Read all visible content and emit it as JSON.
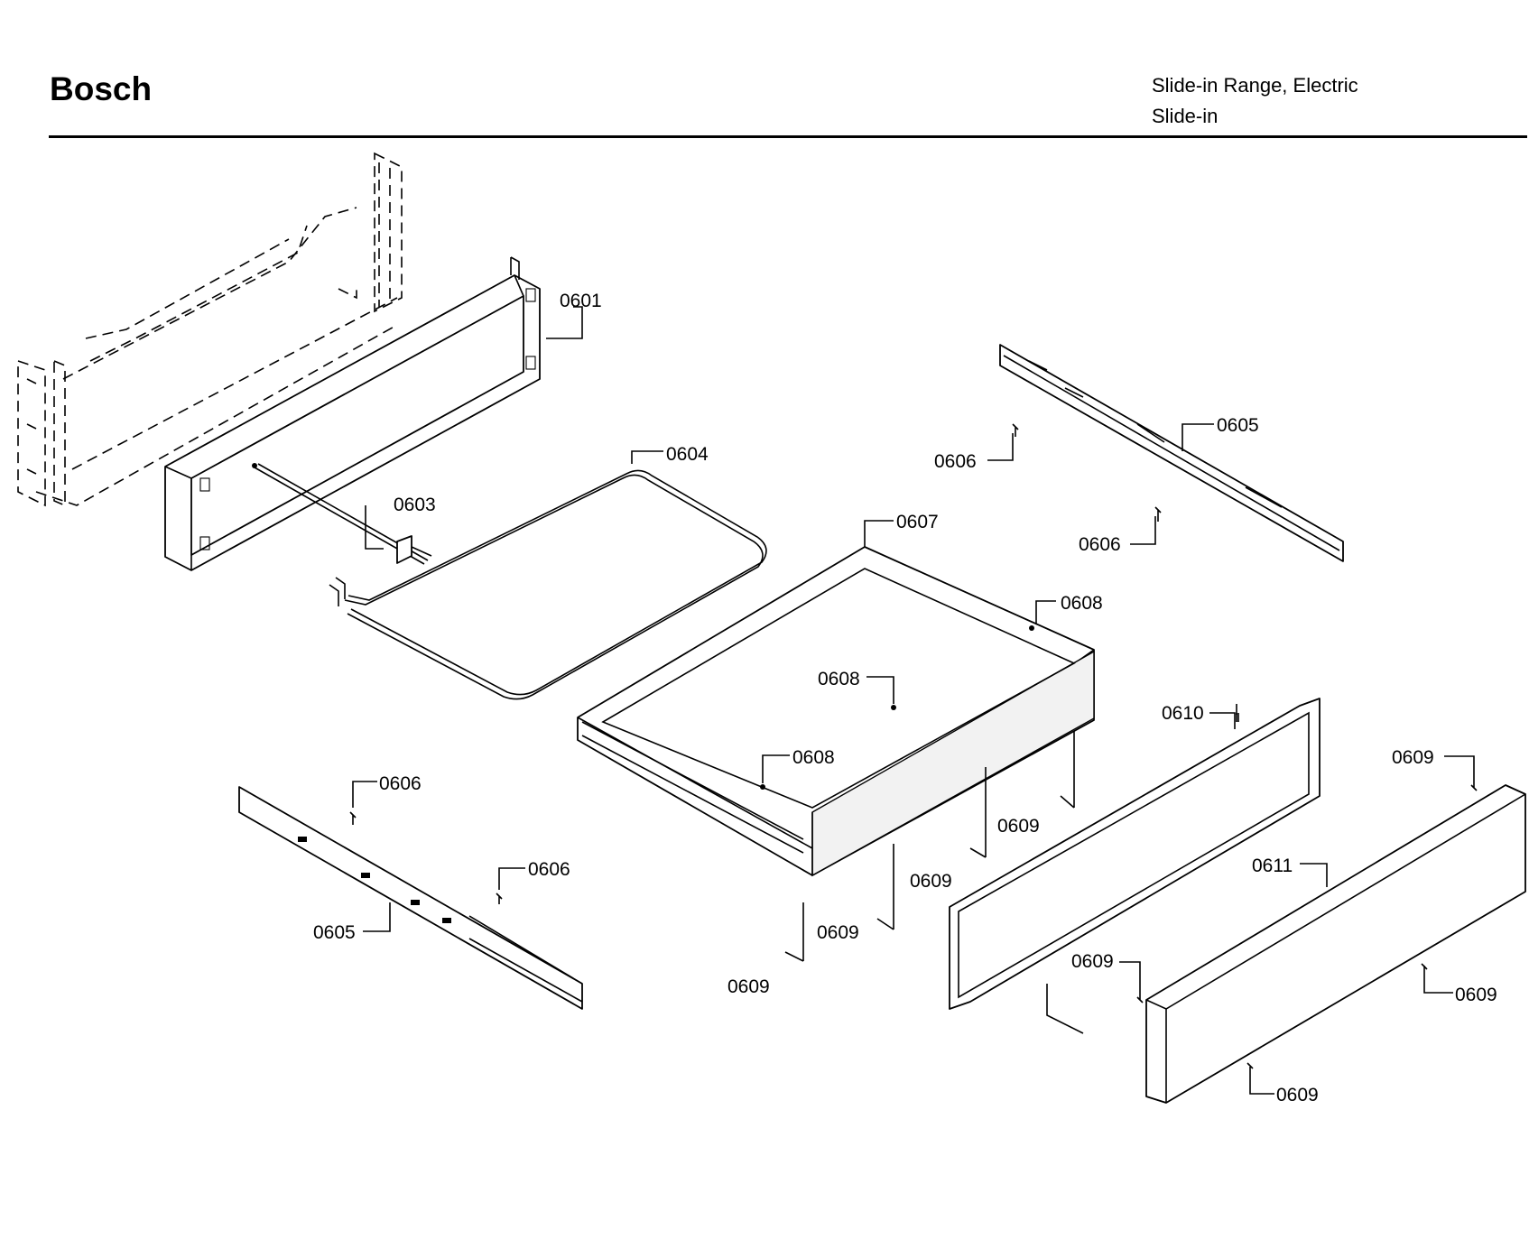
{
  "header": {
    "brand": "Bosch",
    "model_line1": "Slide-in Range, Electric",
    "model_line2": "Slide-in"
  },
  "callouts": {
    "c0601": "0601",
    "c0603": "0603",
    "c0604": "0604",
    "c0605a": "0605",
    "c0605b": "0605",
    "c0606a": "0606",
    "c0606b": "0606",
    "c0606c": "0606",
    "c0606d": "0606",
    "c0607": "0607",
    "c0608a": "0608",
    "c0608b": "0608",
    "c0608c": "0608",
    "c0609a": "0609",
    "c0609b": "0609",
    "c0609c": "0609",
    "c0609d": "0609",
    "c0609e": "0609",
    "c0609f": "0609",
    "c0609g": "0609",
    "c0609h": "0609",
    "c0610": "0610",
    "c0611": "0611"
  }
}
